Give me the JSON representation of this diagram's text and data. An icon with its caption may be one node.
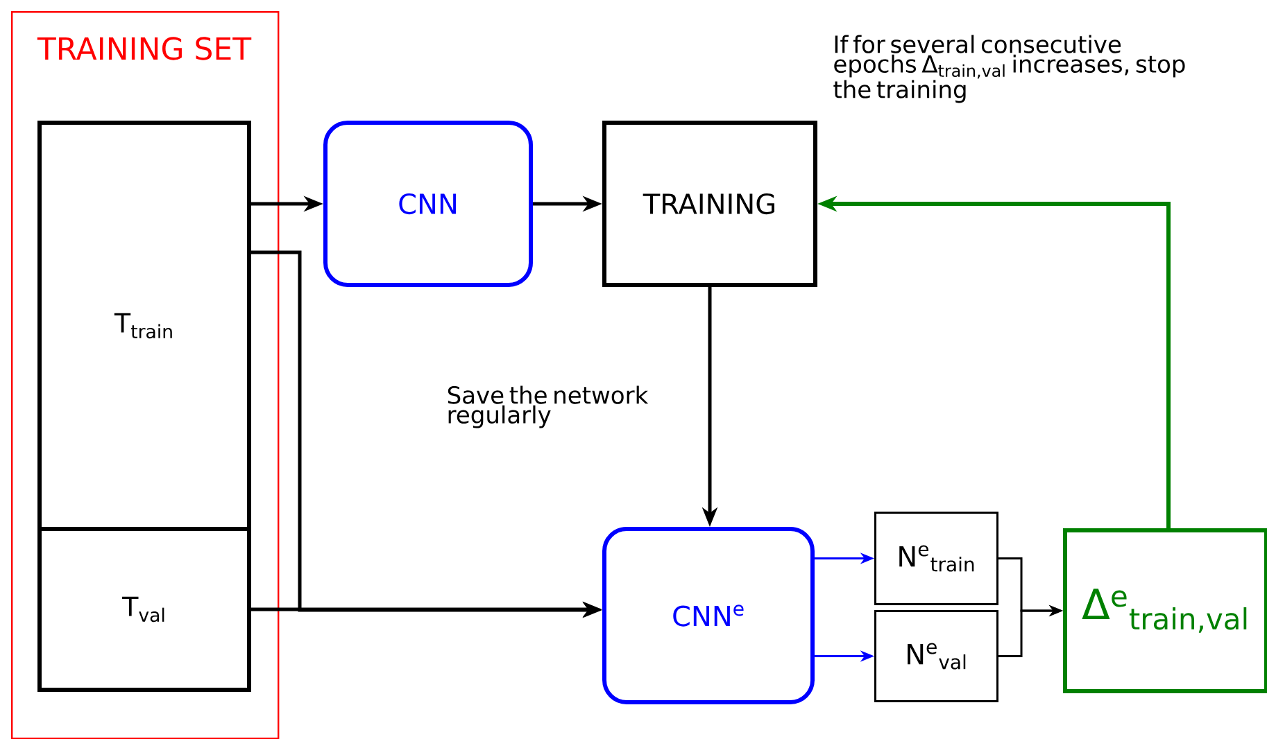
{
  "diagram": {
    "nodes": [
      {
        "text": [
          "TRAINING SET"
        ]
      },
      {
        "text": [
          "T$_{train}$"
        ],
        "in": 0
      },
      {
        "text": [
          "T$_{val}$"
        ],
        "in": 0
      },
      {
        "text": [
          "CNN"
        ]
      },
      {
        "text": [
          "TRAINING"
        ]
      },
      {
        "text": [
          "CNN$^{e}$"
        ]
      },
      {
        "text": [
          "N$^{e}$$_{train}$"
        ]
      },
      {
        "text": [
          "N$^{e}$$_{val}$"
        ]
      },
      {
        "text": [
          "Δ$^{e}$$_{train,val}$"
        ]
      }
    ],
    "edges": [
      {
        "from": 1,
        "to": 3,
        "arrow": "to"
      },
      {
        "from": 1,
        "to": 5,
        "arrow": "to"
      },
      {
        "from": 2,
        "to": 5,
        "arrow": "to"
      },
      {
        "from": 3,
        "to": 4,
        "arrow": "to"
      },
      {
        "from": 4,
        "to": 5,
        "arrow": "to",
        "label": "Save the network regularly"
      },
      {
        "from": 5,
        "to": 6,
        "arrow": "to",
        "color": "#0000ff"
      },
      {
        "from": 5,
        "to": 7,
        "arrow": "to",
        "color": "#0000ff"
      },
      {
        "from": 6,
        "to": 8,
        "arrow": "to"
      },
      {
        "from": 7,
        "to": 8,
        "arrow": "to"
      },
      {
        "from": 8,
        "to": 4,
        "arrow": "to",
        "color": "#008000"
      }
    ],
    "labels": [
      "If for several consecutive epochs Δ$_{train,val}$ increases, stop the training"
    ]
  }
}
